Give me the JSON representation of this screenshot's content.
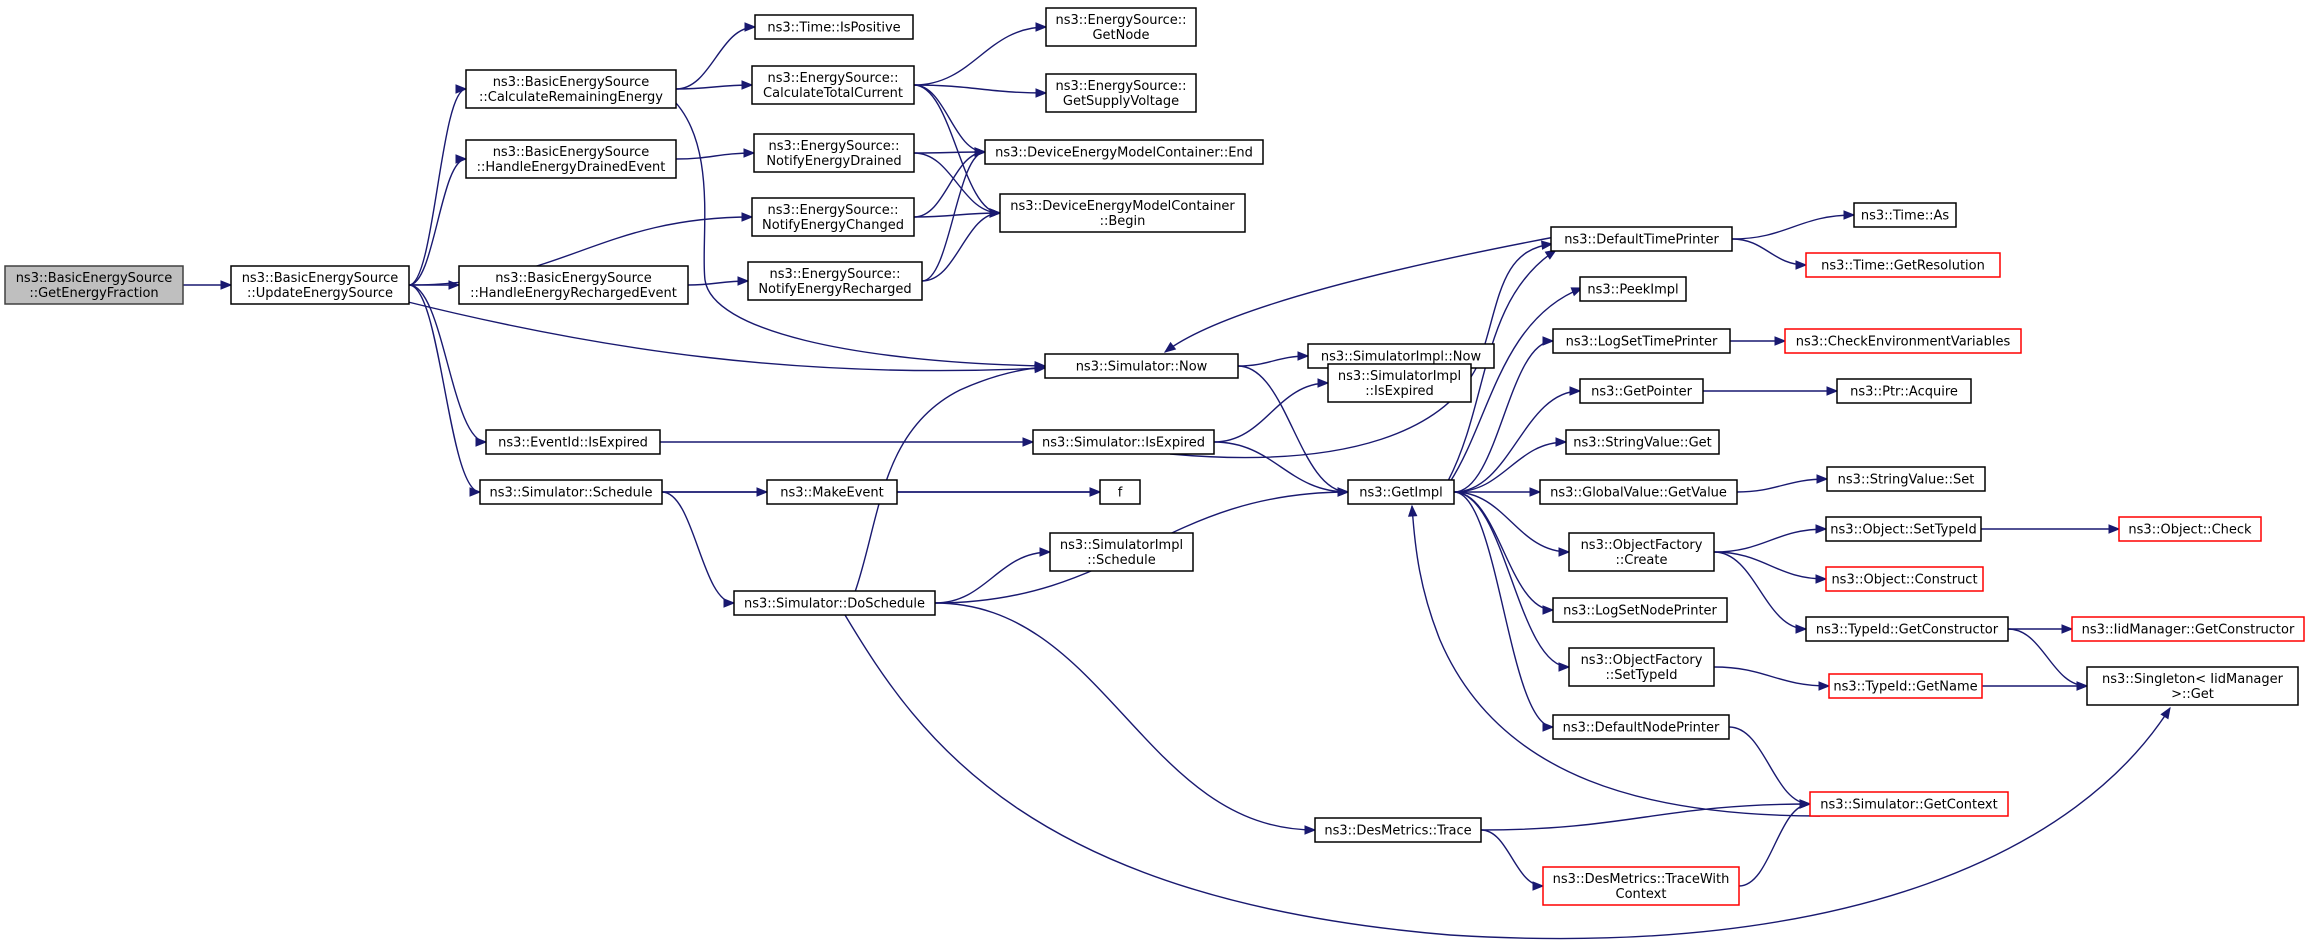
{
  "nodes": [
    {
      "id": "n0",
      "lines": [
        "ns3::BasicEnergySource",
        "::GetEnergyFraction"
      ],
      "style": "root"
    },
    {
      "id": "n1",
      "lines": [
        "ns3::BasicEnergySource",
        "::UpdateEnergySource"
      ]
    },
    {
      "id": "n2",
      "lines": [
        "ns3::BasicEnergySource",
        "::CalculateRemainingEnergy"
      ]
    },
    {
      "id": "n3",
      "lines": [
        "ns3::BasicEnergySource",
        "::HandleEnergyDrainedEvent"
      ]
    },
    {
      "id": "n4",
      "lines": [
        "ns3::BasicEnergySource",
        "::HandleEnergyRechargedEvent"
      ]
    },
    {
      "id": "n5",
      "lines": [
        "ns3::EventId::IsExpired"
      ]
    },
    {
      "id": "n6",
      "lines": [
        "ns3::Simulator::Schedule"
      ]
    },
    {
      "id": "n7",
      "lines": [
        "ns3::Time::IsPositive"
      ]
    },
    {
      "id": "n8",
      "lines": [
        "ns3::EnergySource::",
        "CalculateTotalCurrent"
      ]
    },
    {
      "id": "n9",
      "lines": [
        "ns3::EnergySource::",
        "NotifyEnergyDrained"
      ]
    },
    {
      "id": "n10",
      "lines": [
        "ns3::EnergySource::",
        "NotifyEnergyChanged"
      ]
    },
    {
      "id": "n11",
      "lines": [
        "ns3::EnergySource::",
        "NotifyEnergyRecharged"
      ]
    },
    {
      "id": "n12",
      "lines": [
        "ns3::MakeEvent"
      ]
    },
    {
      "id": "n13",
      "lines": [
        "ns3::Simulator::DoSchedule"
      ]
    },
    {
      "id": "n14",
      "lines": [
        "ns3::EnergySource::",
        "GetNode"
      ]
    },
    {
      "id": "n15",
      "lines": [
        "ns3::EnergySource::",
        "GetSupplyVoltage"
      ]
    },
    {
      "id": "n16",
      "lines": [
        "ns3::DeviceEnergyModelContainer::End"
      ]
    },
    {
      "id": "n17",
      "lines": [
        "ns3::DeviceEnergyModelContainer",
        "::Begin"
      ]
    },
    {
      "id": "n18",
      "lines": [
        "ns3::Simulator::Now"
      ]
    },
    {
      "id": "n19",
      "lines": [
        "ns3::Simulator::IsExpired"
      ]
    },
    {
      "id": "n20",
      "lines": [
        "f"
      ]
    },
    {
      "id": "n21",
      "lines": [
        "ns3::SimulatorImpl",
        "::Schedule"
      ]
    },
    {
      "id": "n22",
      "lines": [
        "ns3::DesMetrics::Trace"
      ]
    },
    {
      "id": "n23",
      "lines": [
        "ns3::SimulatorImpl::Now"
      ]
    },
    {
      "id": "n24",
      "lines": [
        "ns3::SimulatorImpl",
        "::IsExpired"
      ]
    },
    {
      "id": "n25",
      "lines": [
        "ns3::GetImpl"
      ]
    },
    {
      "id": "n26",
      "lines": [
        "ns3::DesMetrics::TraceWith",
        "Context"
      ],
      "style": "trunc"
    },
    {
      "id": "n27",
      "lines": [
        "ns3::DefaultTimePrinter"
      ]
    },
    {
      "id": "n28",
      "lines": [
        "ns3::PeekImpl"
      ]
    },
    {
      "id": "n29",
      "lines": [
        "ns3::LogSetTimePrinter"
      ]
    },
    {
      "id": "n30",
      "lines": [
        "ns3::GetPointer"
      ]
    },
    {
      "id": "n31",
      "lines": [
        "ns3::StringValue::Get"
      ]
    },
    {
      "id": "n32",
      "lines": [
        "ns3::GlobalValue::GetValue"
      ]
    },
    {
      "id": "n33",
      "lines": [
        "ns3::ObjectFactory",
        "::Create"
      ]
    },
    {
      "id": "n34",
      "lines": [
        "ns3::LogSetNodePrinter"
      ]
    },
    {
      "id": "n35",
      "lines": [
        "ns3::ObjectFactory",
        "::SetTypeId"
      ]
    },
    {
      "id": "n36",
      "lines": [
        "ns3::DefaultNodePrinter"
      ]
    },
    {
      "id": "n37",
      "lines": [
        "ns3::Simulator::GetContext"
      ],
      "style": "trunc"
    },
    {
      "id": "n38",
      "lines": [
        "ns3::Time::As"
      ]
    },
    {
      "id": "n39",
      "lines": [
        "ns3::Time::GetResolution"
      ],
      "style": "trunc"
    },
    {
      "id": "n40",
      "lines": [
        "ns3::CheckEnvironmentVariables"
      ],
      "style": "trunc"
    },
    {
      "id": "n41",
      "lines": [
        "ns3::Ptr::Acquire"
      ]
    },
    {
      "id": "n42",
      "lines": [
        "ns3::StringValue::Set"
      ]
    },
    {
      "id": "n43",
      "lines": [
        "ns3::Object::SetTypeId"
      ]
    },
    {
      "id": "n44",
      "lines": [
        "ns3::Object::Construct"
      ],
      "style": "trunc"
    },
    {
      "id": "n45",
      "lines": [
        "ns3::TypeId::GetConstructor"
      ]
    },
    {
      "id": "n46",
      "lines": [
        "ns3::TypeId::GetName"
      ],
      "style": "trunc"
    },
    {
      "id": "n47",
      "lines": [
        "ns3::Object::Check"
      ],
      "style": "trunc"
    },
    {
      "id": "n48",
      "lines": [
        "ns3::IidManager::GetConstructor"
      ],
      "style": "trunc"
    },
    {
      "id": "n49",
      "lines": [
        "ns3::Singleton< IidManager",
        " >::Get"
      ]
    }
  ],
  "edges": [
    [
      "n0",
      "n1"
    ],
    [
      "n1",
      "n2"
    ],
    [
      "n1",
      "n3"
    ],
    [
      "n1",
      "n4"
    ],
    [
      "n1",
      "n10"
    ],
    [
      "n1",
      "n18"
    ],
    [
      "n1",
      "n5"
    ],
    [
      "n1",
      "n6"
    ],
    [
      "n2",
      "n7"
    ],
    [
      "n2",
      "n8"
    ],
    [
      "n2",
      "n18"
    ],
    [
      "n3",
      "n9"
    ],
    [
      "n4",
      "n11"
    ],
    [
      "n8",
      "n14"
    ],
    [
      "n8",
      "n15"
    ],
    [
      "n8",
      "n16"
    ],
    [
      "n8",
      "n17"
    ],
    [
      "n9",
      "n16"
    ],
    [
      "n9",
      "n17"
    ],
    [
      "n10",
      "n16"
    ],
    [
      "n10",
      "n17"
    ],
    [
      "n11",
      "n16"
    ],
    [
      "n11",
      "n17"
    ],
    [
      "n5",
      "n19"
    ],
    [
      "n6",
      "n12"
    ],
    [
      "n6",
      "n20"
    ],
    [
      "n6",
      "n13"
    ],
    [
      "n12",
      "n20"
    ],
    [
      "n13",
      "n18"
    ],
    [
      "n13",
      "n21"
    ],
    [
      "n13",
      "n25"
    ],
    [
      "n13",
      "n22"
    ],
    [
      "n13",
      "n49"
    ],
    [
      "n18",
      "n23"
    ],
    [
      "n18",
      "n25"
    ],
    [
      "n19",
      "n24"
    ],
    [
      "n19",
      "n25"
    ],
    [
      "n19",
      "n27"
    ],
    [
      "n22",
      "n37"
    ],
    [
      "n22",
      "n26"
    ],
    [
      "n26",
      "n37"
    ],
    [
      "n25",
      "n27"
    ],
    [
      "n25",
      "n28"
    ],
    [
      "n25",
      "n29"
    ],
    [
      "n25",
      "n30"
    ],
    [
      "n25",
      "n31"
    ],
    [
      "n25",
      "n32"
    ],
    [
      "n25",
      "n33"
    ],
    [
      "n25",
      "n34"
    ],
    [
      "n25",
      "n35"
    ],
    [
      "n25",
      "n36"
    ],
    [
      "n27",
      "n38"
    ],
    [
      "n27",
      "n39"
    ],
    [
      "n27",
      "n18"
    ],
    [
      "n29",
      "n40"
    ],
    [
      "n30",
      "n41"
    ],
    [
      "n32",
      "n42"
    ],
    [
      "n33",
      "n43"
    ],
    [
      "n33",
      "n44"
    ],
    [
      "n33",
      "n45"
    ],
    [
      "n43",
      "n47"
    ],
    [
      "n45",
      "n48"
    ],
    [
      "n45",
      "n49"
    ],
    [
      "n35",
      "n46"
    ],
    [
      "n46",
      "n49"
    ],
    [
      "n36",
      "n37"
    ],
    [
      "n37",
      "n25"
    ]
  ]
}
